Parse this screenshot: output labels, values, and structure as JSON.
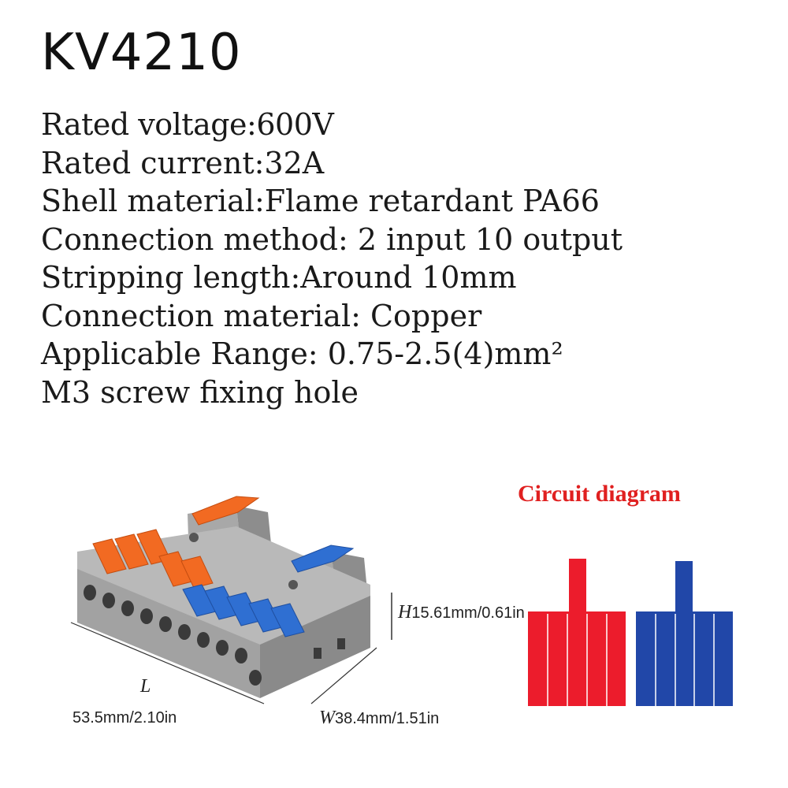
{
  "model": "KV4210",
  "specs": [
    "Rated voltage:600V",
    "Rated current:32A",
    "Shell material:Flame retardant PA66",
    "Connection method: 2 input 10 output",
    "Stripping length:Around 10mm",
    "Connection material: Copper",
    "Applicable Range: 0.75-2.5(4)mm²",
    "M3 screw fixing hole"
  ],
  "circuit": {
    "title": "Circuit diagram",
    "colors": {
      "red": "#ec1c2c",
      "blue": "#2147a8"
    }
  },
  "dimensions": {
    "height_letter": "H",
    "height": "15.61mm/0.61in",
    "length_letter": "L",
    "length": "53.5mm/2.10in",
    "width_letter": "W",
    "width": "38.4mm/1.51in"
  },
  "product_colors": {
    "body": "#9c9c9c",
    "orange_lever": "#f26a22",
    "blue_lever": "#2f6fd2"
  }
}
